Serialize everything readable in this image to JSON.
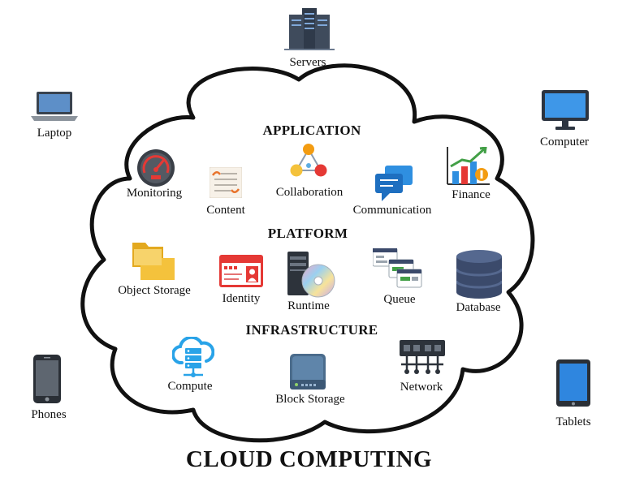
{
  "title": "CLOUD COMPUTING",
  "devices": {
    "servers": "Servers",
    "laptop": "Laptop",
    "computer": "Computer",
    "phones": "Phones",
    "tablets": "Tablets"
  },
  "sections": {
    "application": {
      "heading": "APPLICATION",
      "items": [
        "Monitoring",
        "Content",
        "Collaboration",
        "Communication",
        "Finance"
      ]
    },
    "platform": {
      "heading": "PLATFORM",
      "items": [
        "Object Storage",
        "Identity",
        "Runtime",
        "Queue",
        "Database"
      ]
    },
    "infrastructure": {
      "heading": "INFRASTRUCTURE",
      "items": [
        "Compute",
        "Block Storage",
        "Network"
      ]
    }
  },
  "colors": {
    "cloud_outline": "#111111",
    "accent_blue": "#1e88e5",
    "accent_red": "#e53935",
    "folder_yellow": "#f4c23c",
    "database_navy": "#3b4a6b"
  },
  "icons": {
    "servers": "server-rack-icon",
    "laptop": "laptop-icon",
    "computer": "monitor-icon",
    "phones": "smartphone-icon",
    "tablets": "tablet-icon",
    "monitoring": "speedometer-icon",
    "content": "document-icon",
    "collaboration": "collaboration-icon",
    "communication": "chat-bubbles-icon",
    "finance": "growth-chart-icon",
    "object_storage": "folder-icon",
    "identity": "id-card-icon",
    "runtime": "server-disc-icon",
    "queue": "window-queue-icon",
    "database": "database-icon",
    "compute": "cloud-server-icon",
    "block_storage": "storage-drive-icon",
    "network": "network-switch-icon"
  }
}
